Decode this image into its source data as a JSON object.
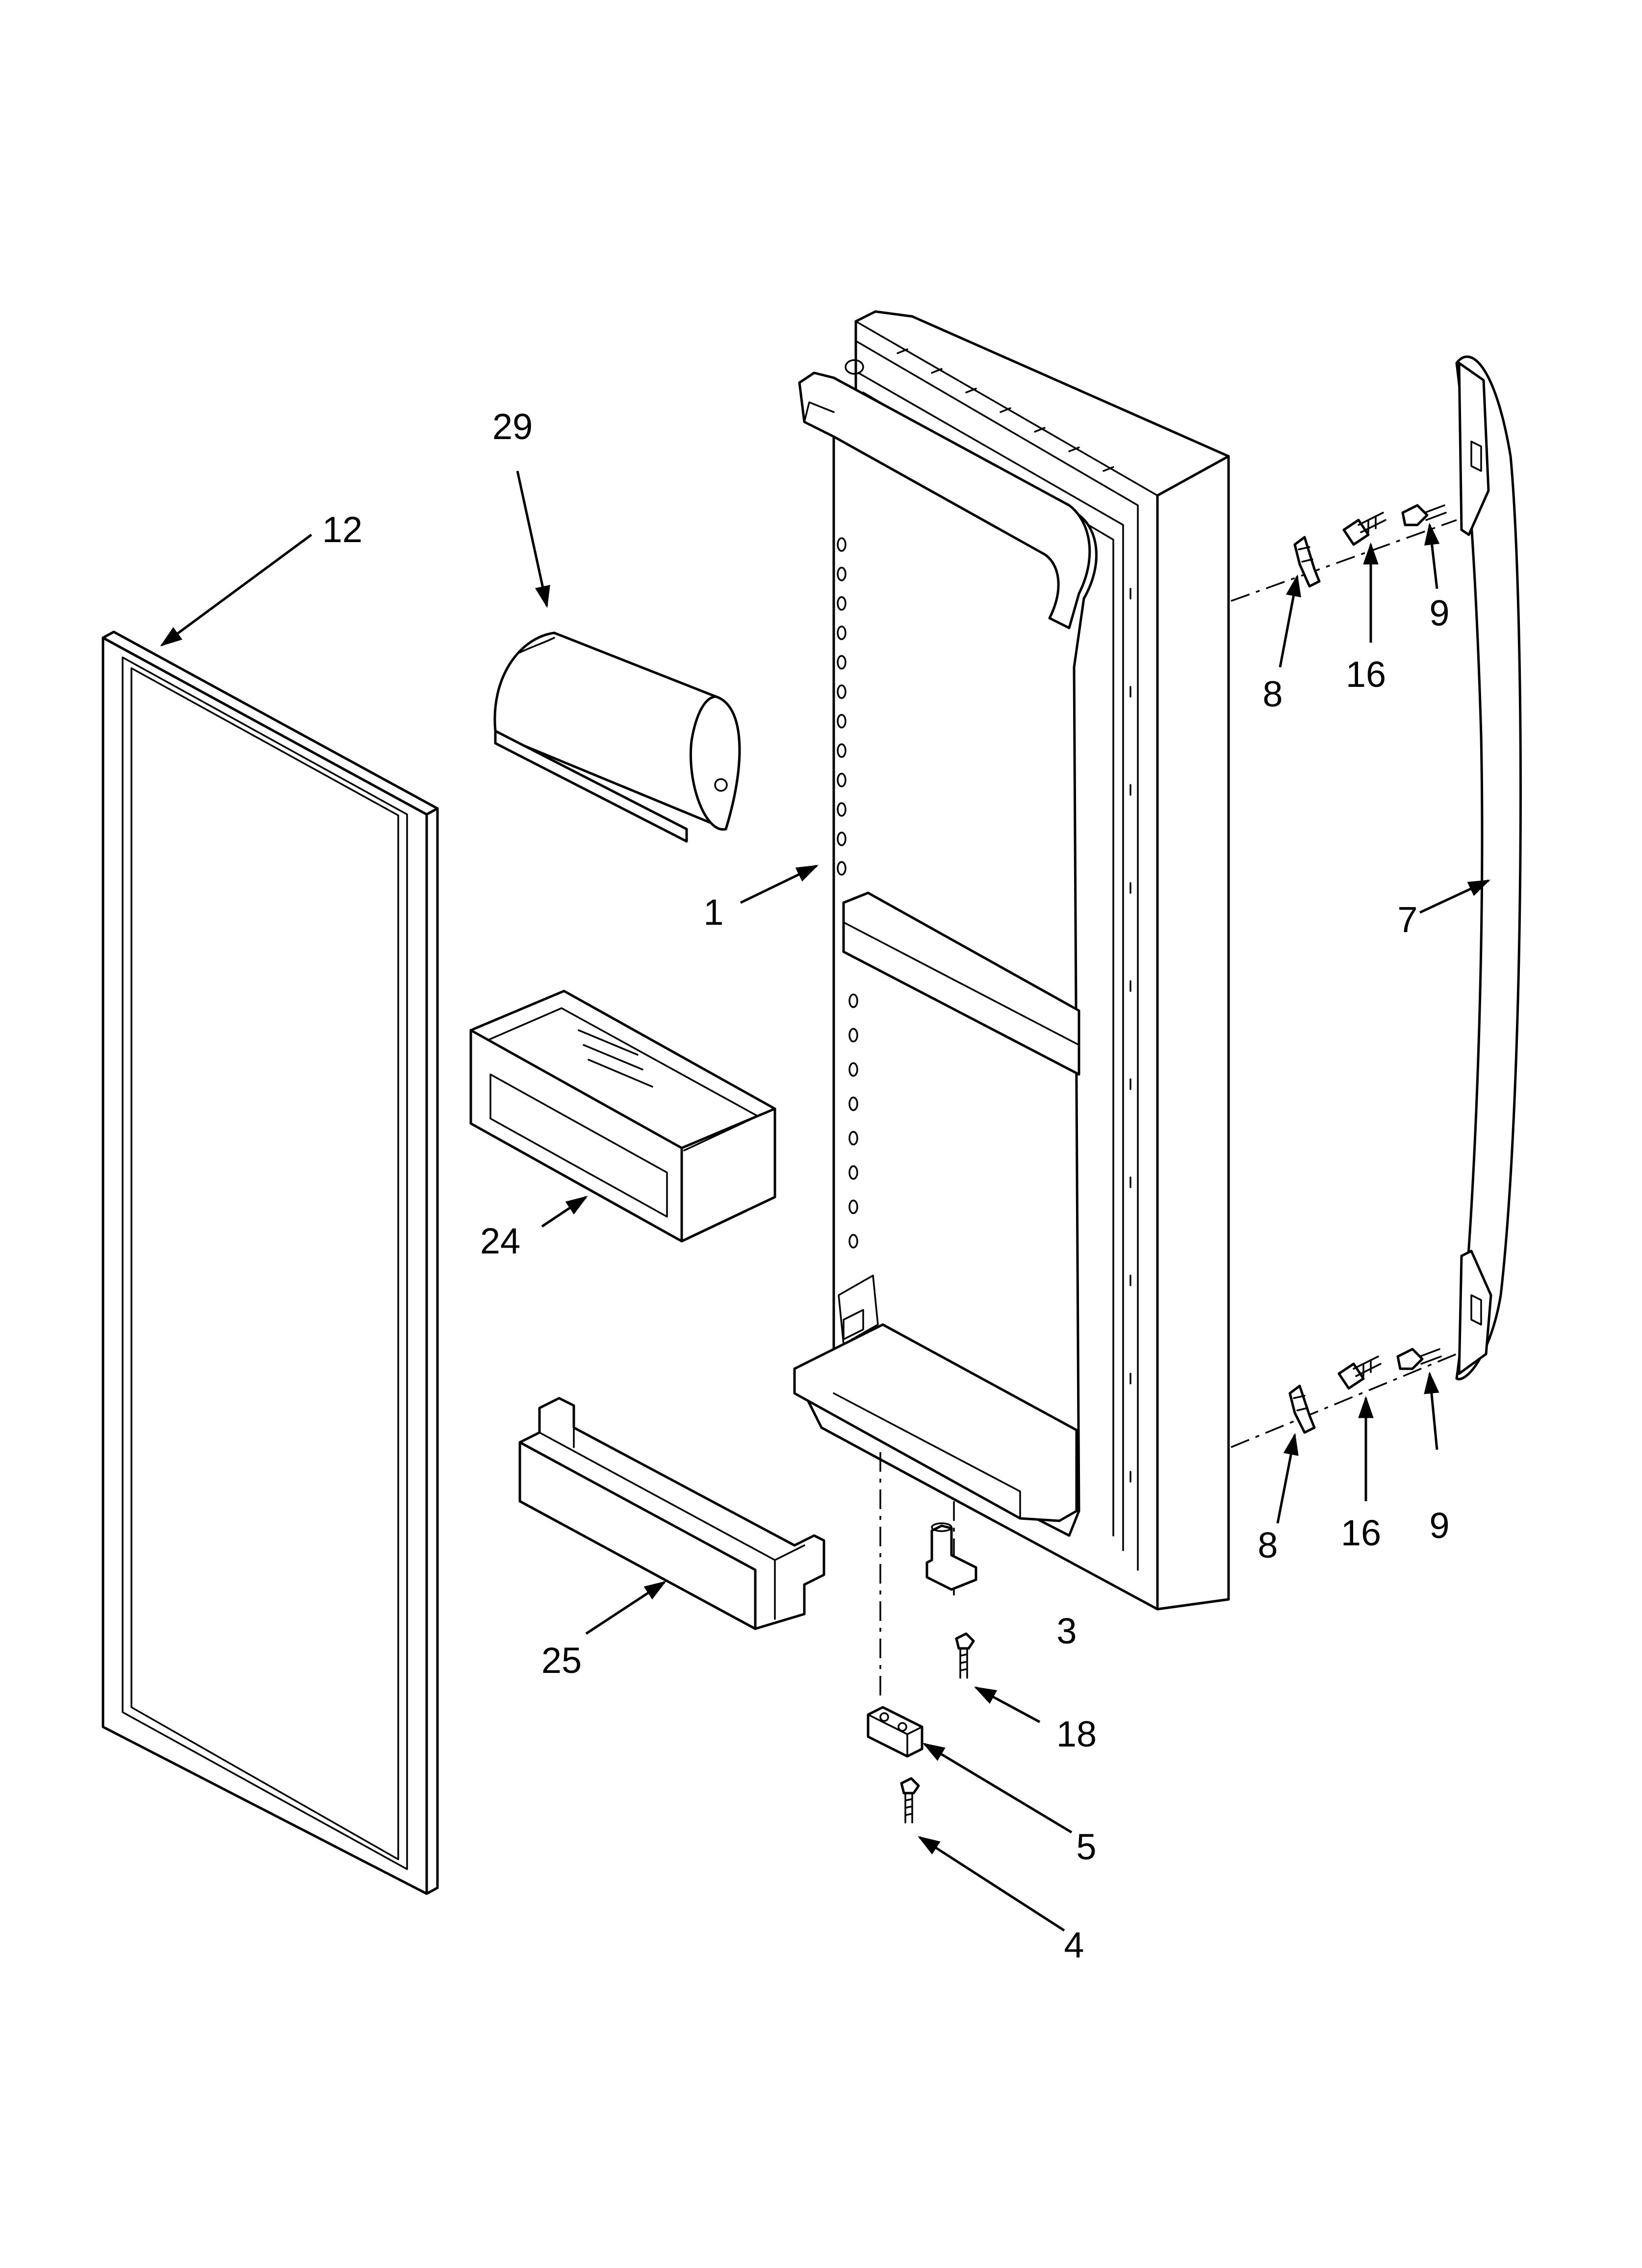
{
  "callouts": {
    "door_assembly": "1",
    "hinge_pin": "3",
    "hinge_screw": "4",
    "hinge_bracket": "5",
    "handle": "7",
    "top_clip": "8",
    "bottom_clip": "8",
    "top_nut": "9",
    "bottom_nut": "9",
    "door_gasket": "12",
    "top_screw": "16",
    "bottom_screw": "16",
    "pin_screw": "18",
    "door_bin": "24",
    "door_shelf": "25",
    "dairy_bin": "29"
  }
}
